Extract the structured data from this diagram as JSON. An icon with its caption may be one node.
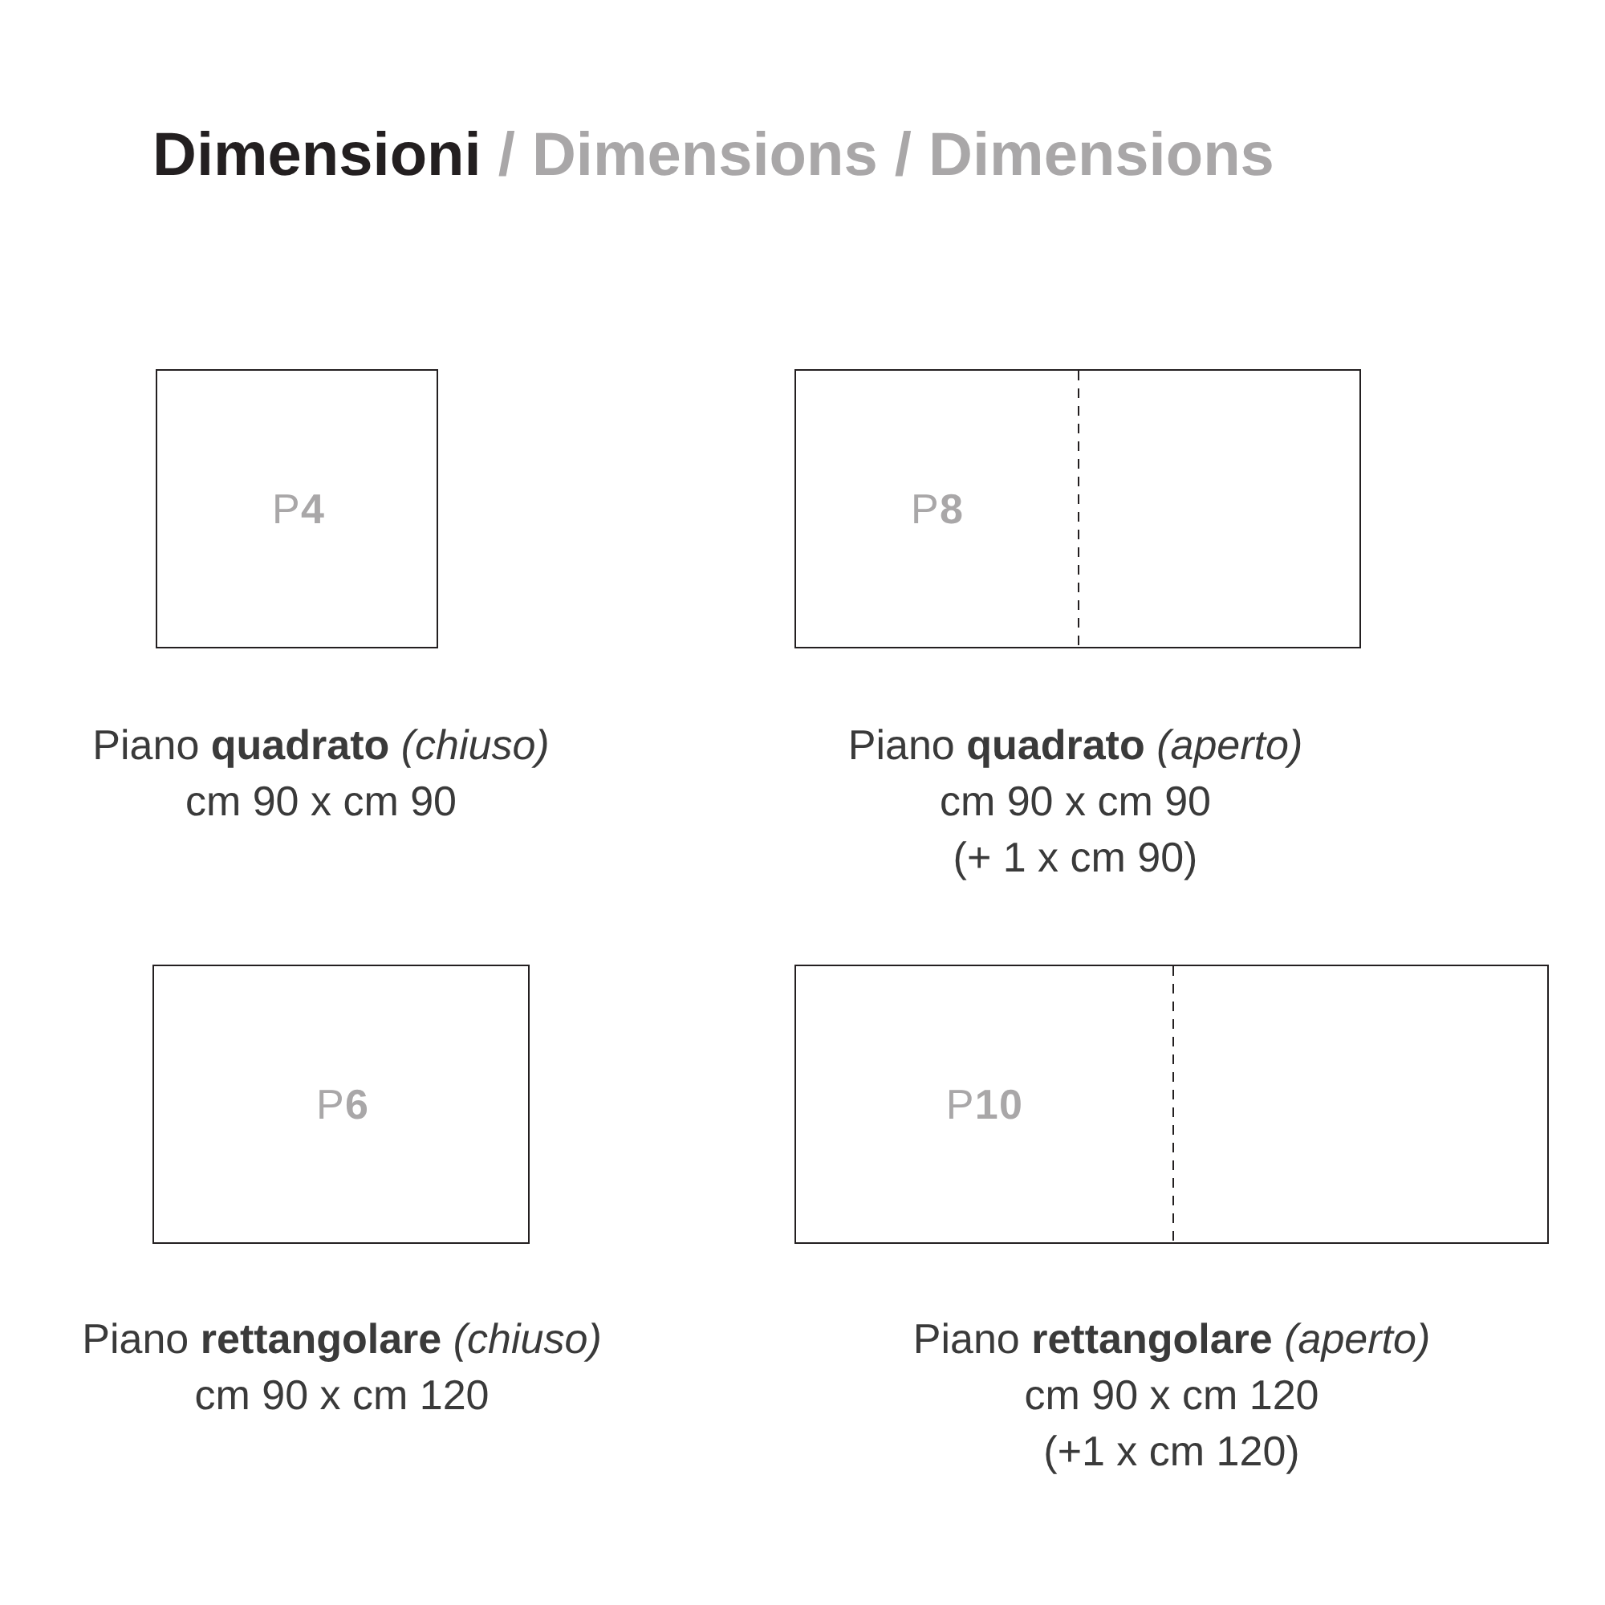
{
  "diagram": {
    "title": "**Dimensioni** / Dimensions / Dimensions",
    "nodes": [
      {
        "text": [
          "P**4**"
        ],
        "beside": [
          "Piano **quadrato** *(chiuso)*",
          "cm 90 x cm 90"
        ]
      },
      {
        "text": [
          "P**8**"
        ],
        "beside": [
          "Piano **quadrato** *(aperto)*",
          "cm 90 x cm 90",
          "(+ 1 x cm 90)"
        ]
      },
      {
        "text": [
          "P**6**"
        ],
        "beside": [
          "Piano **rettangolare** *(chiuso)*",
          "cm 90 x cm 120"
        ]
      },
      {
        "text": [
          "P**10**"
        ],
        "beside": [
          "Piano **rettangolare** *(aperto)*",
          "cm 90 x cm 120",
          "(+1 x cm 120)"
        ]
      }
    ]
  }
}
